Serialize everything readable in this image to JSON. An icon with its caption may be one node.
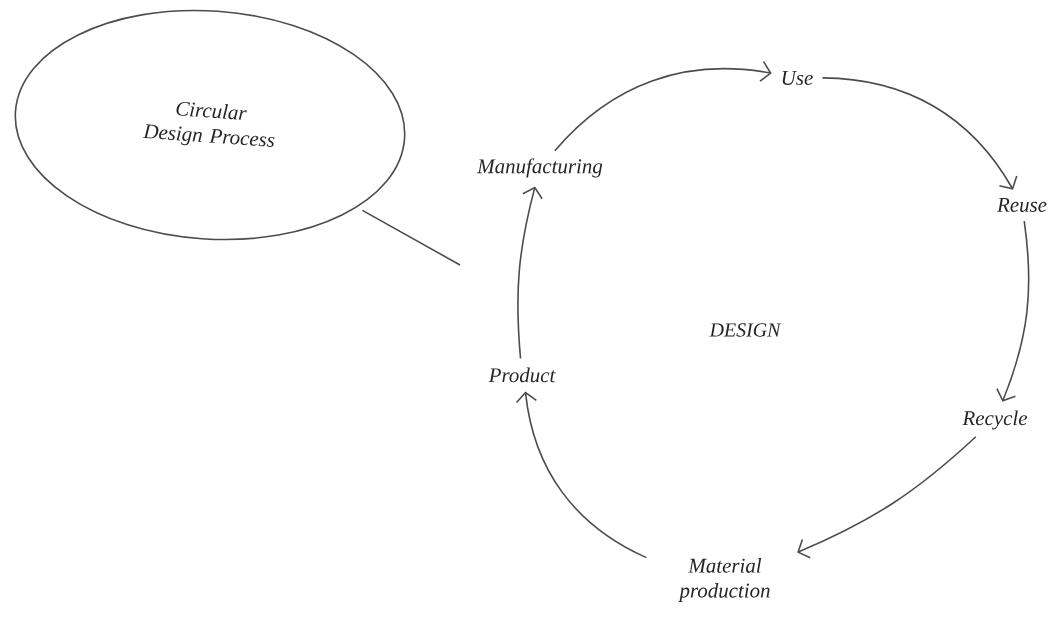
{
  "diagram": {
    "nodes": [
      {
        "text": [
          "Circular Design Process"
        ]
      },
      {
        "text": [
          "Use"
        ]
      },
      {
        "text": [
          "Reuse"
        ]
      },
      {
        "text": [
          "Recycle"
        ]
      },
      {
        "text": [
          "Material production"
        ]
      },
      {
        "text": [
          "Product"
        ]
      },
      {
        "text": [
          "Manufacturing"
        ]
      }
    ],
    "edges": [
      {
        "from": 6,
        "to": 1,
        "arrow": "to"
      },
      {
        "from": 1,
        "to": 2,
        "arrow": "to"
      },
      {
        "from": 2,
        "to": 3,
        "arrow": "to"
      },
      {
        "from": 3,
        "to": 4,
        "arrow": "to"
      },
      {
        "from": 4,
        "to": 5,
        "arrow": "to"
      },
      {
        "from": 5,
        "to": 6,
        "arrow": "to"
      },
      {
        "from": 0,
        "to": null,
        "arrow": "none"
      }
    ],
    "labels": [
      "DESIGN"
    ]
  }
}
